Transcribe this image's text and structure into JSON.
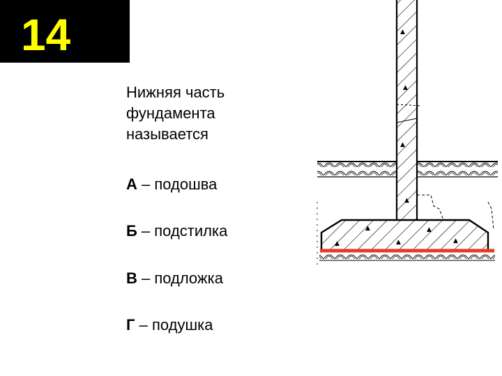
{
  "slide_number": "14",
  "question_lines": [
    "Нижняя часть",
    "фундамента",
    "называется"
  ],
  "answers": [
    {
      "letter": "А",
      "text": " – подошва"
    },
    {
      "letter": "Б",
      "text": " – подстилка"
    },
    {
      "letter": "В",
      "text": " – подложка"
    },
    {
      "letter": "Г",
      "text": " – подушка"
    }
  ],
  "colors": {
    "number_bg": "#000000",
    "number_text": "#ffff00",
    "highlight_line": "#e8391c"
  }
}
